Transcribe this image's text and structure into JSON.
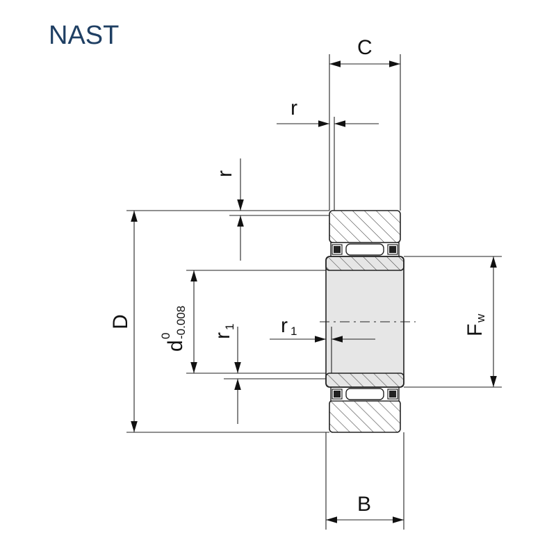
{
  "title": "NAST",
  "labels": {
    "C": "C",
    "B": "B",
    "D": "D",
    "d": "d",
    "d_upper_tol": "0",
    "d_lower_tol": "-0.008",
    "r_top": "r",
    "r_left": "r",
    "r1_left_base": "r",
    "r1_left_sub": "1",
    "r1_right_base": "r",
    "r1_right_sub": "1",
    "Fw_base": "F",
    "Fw_sub": "w"
  },
  "colors": {
    "title": "#1f3f63",
    "line": "#222222",
    "inner_ring_fill": "#e6e6e6",
    "hatch": "#444444"
  }
}
